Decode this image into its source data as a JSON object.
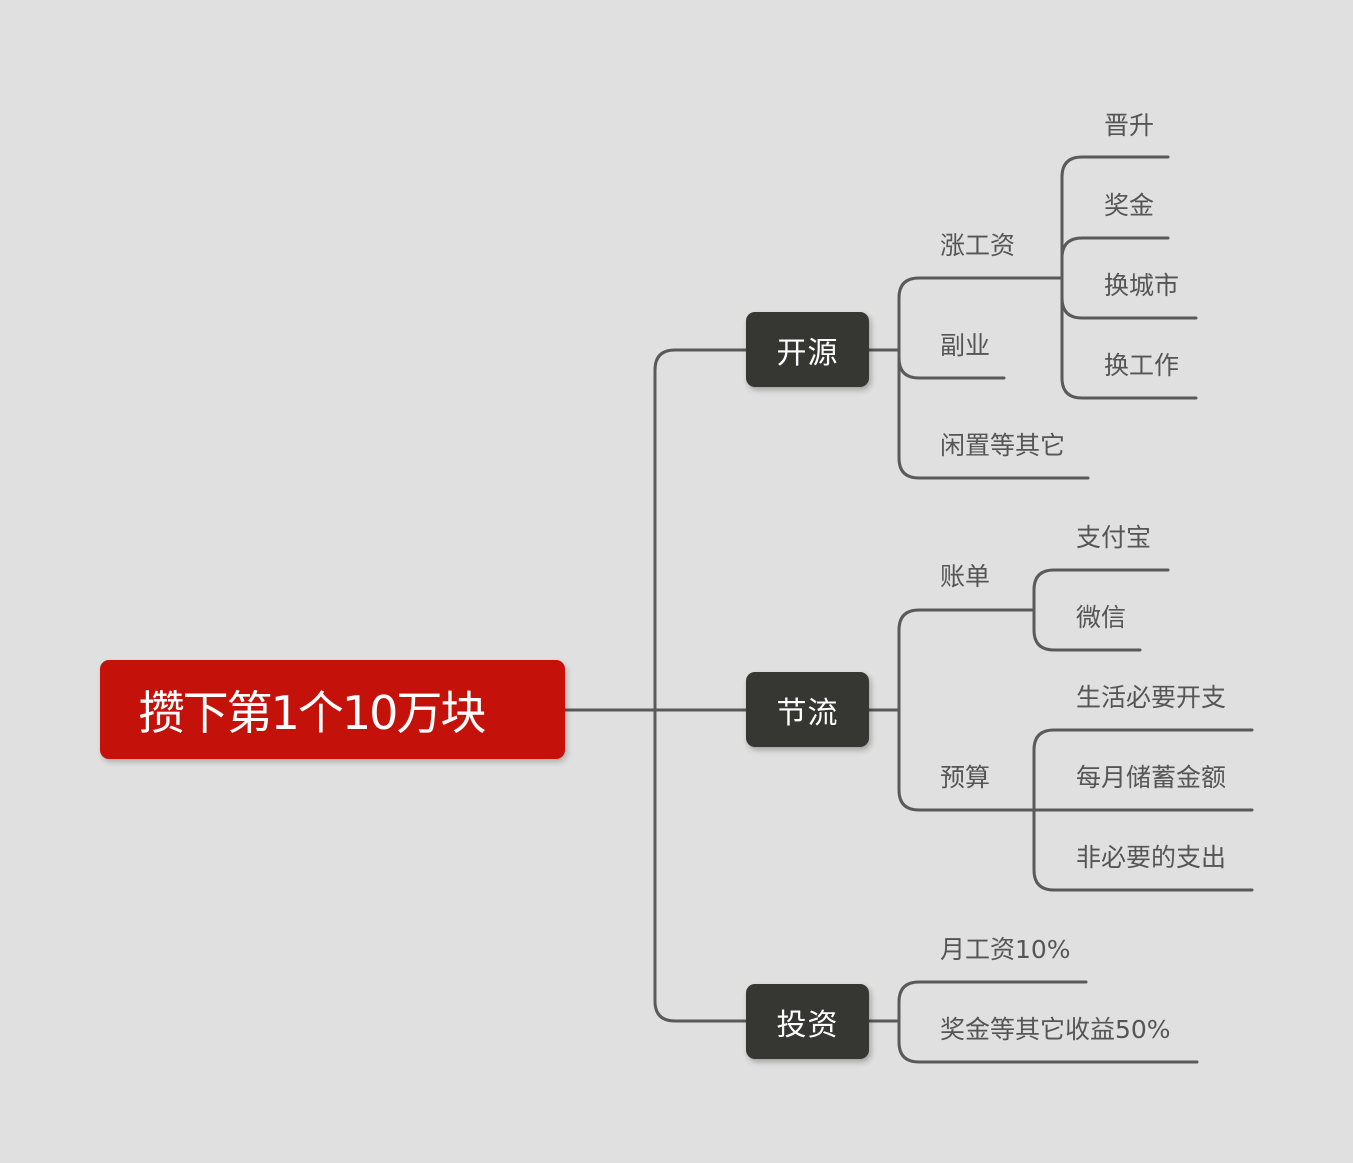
{
  "root": {
    "label": "攒下第1个10万块"
  },
  "branches": [
    {
      "label": "开源",
      "children": [
        {
          "label": "涨工资",
          "children": [
            {
              "label": "晋升"
            },
            {
              "label": "奖金"
            },
            {
              "label": "换城市"
            },
            {
              "label": "换工作"
            }
          ]
        },
        {
          "label": "副业"
        },
        {
          "label": "闲置等其它"
        }
      ]
    },
    {
      "label": "节流",
      "children": [
        {
          "label": "账单",
          "children": [
            {
              "label": "支付宝"
            },
            {
              "label": "微信"
            }
          ]
        },
        {
          "label": "预算",
          "children": [
            {
              "label": "生活必要开支"
            },
            {
              "label": "每月储蓄金额"
            },
            {
              "label": "非必要的支出"
            }
          ]
        }
      ]
    },
    {
      "label": "投资",
      "children": [
        {
          "label": "月工资10%"
        },
        {
          "label": "奖金等其它收益50%"
        }
      ]
    }
  ],
  "colors": {
    "background": "#e0e0e0",
    "root_fill": "#c4120a",
    "branch_fill": "#363633",
    "connector": "#5a5a5a",
    "leaf_text": "#555555"
  }
}
